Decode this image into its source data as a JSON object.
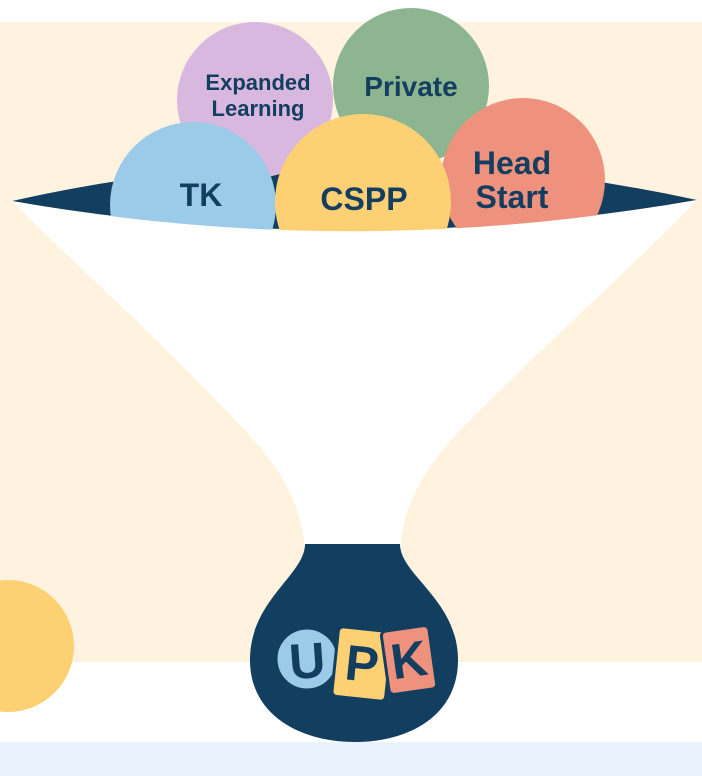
{
  "colors": {
    "background_cream": "#fff3e0",
    "bottom_band": "#eaf2fb",
    "navy": "#123e5f",
    "funnel_white": "#ffffff",
    "expanded_learning": "#d9b8e0",
    "private": "#8db590",
    "tk": "#9ccbea",
    "cspp": "#fdd173",
    "head_start": "#ef927d",
    "accent_yellow": "#fdd173"
  },
  "bubbles": {
    "expanded_learning": {
      "line1": "Expanded",
      "line2": "Learning",
      "color": "#d9b8e0"
    },
    "private": {
      "label": "Private",
      "color": "#8db590"
    },
    "tk": {
      "label": "TK",
      "color": "#9ccbea"
    },
    "cspp": {
      "label": "CSPP",
      "color": "#fdd173"
    },
    "head_start": {
      "line1": "Head",
      "line2": "Start",
      "color": "#ef927d"
    }
  },
  "logo": {
    "letters": [
      "U",
      "P",
      "K"
    ],
    "tile_colors": [
      "#9ccbea",
      "#fdd173",
      "#ef927d"
    ]
  }
}
